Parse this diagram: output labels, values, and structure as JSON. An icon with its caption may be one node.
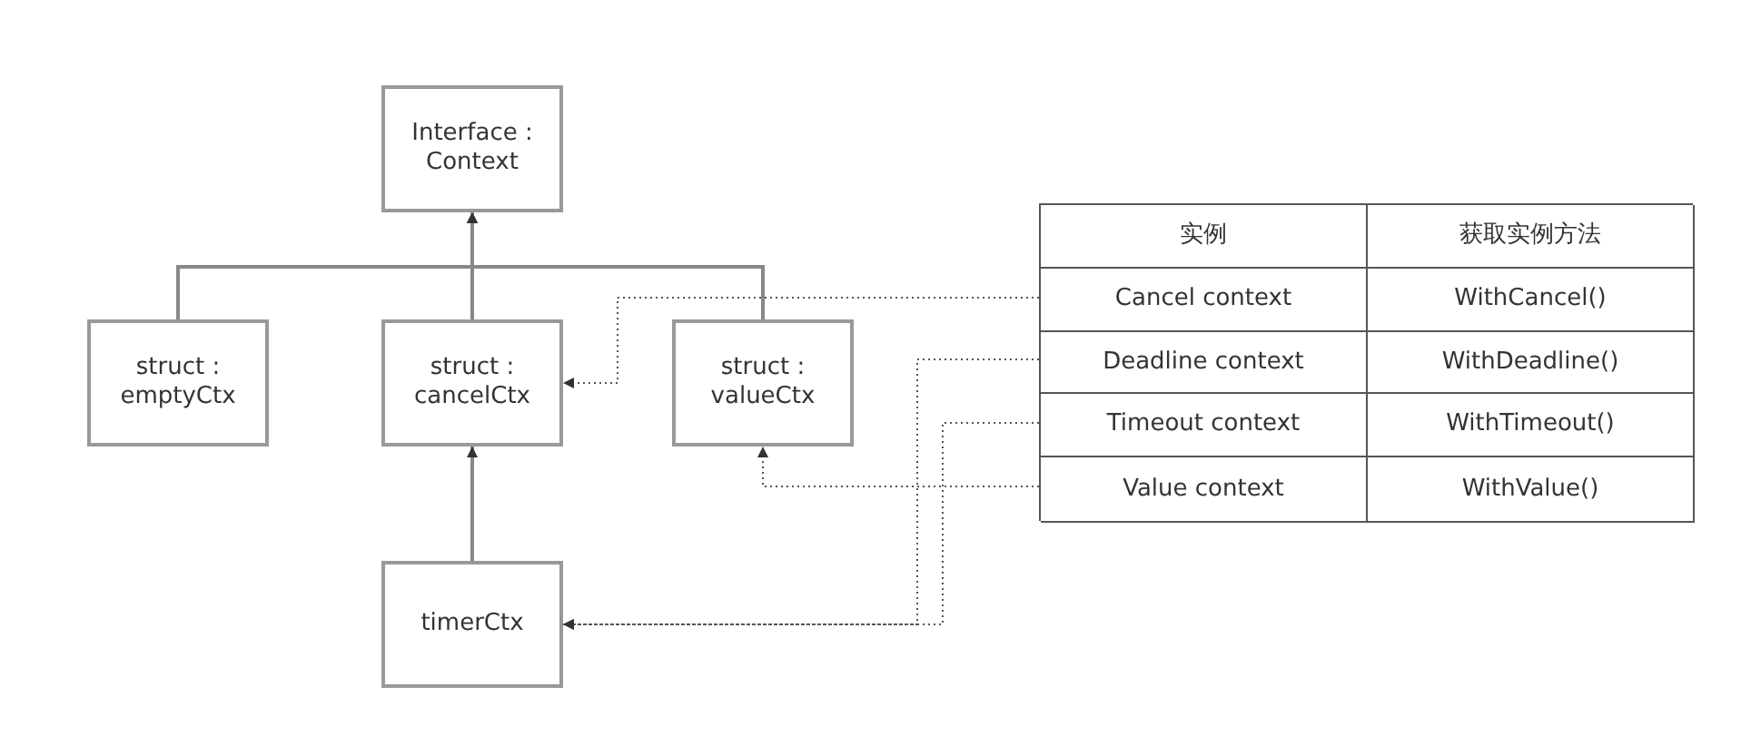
{
  "diagram": {
    "nodes": [
      {
        "text": [
          "Interface : Context"
        ]
      },
      {
        "text": [
          "struct : emptyCtx"
        ]
      },
      {
        "text": [
          "struct : cancelCtx"
        ]
      },
      {
        "text": [
          "struct : valueCtx"
        ]
      },
      {
        "text": [
          "timerCtx"
        ]
      },
      {
        "text": [],
        "shape": "box"
      },
      {
        "text": [
          "实例"
        ],
        "in": 5
      },
      {
        "text": [
          "获取实例方法"
        ],
        "in": 5
      },
      {
        "text": [
          "Cancel context"
        ],
        "in": 5
      },
      {
        "text": [
          "WithCancel()"
        ],
        "in": 5
      },
      {
        "text": [
          "Deadline context"
        ],
        "in": 5
      },
      {
        "text": [
          "WithDeadline()"
        ],
        "in": 5
      },
      {
        "text": [
          "Timeout context"
        ],
        "in": 5
      },
      {
        "text": [
          "WithTimeout()"
        ],
        "in": 5
      },
      {
        "text": [
          "Value context"
        ],
        "in": 5
      },
      {
        "text": [
          "WithValue()"
        ],
        "in": 5
      }
    ],
    "edges": [
      {
        "from": 1,
        "to": 0,
        "arrow": "to"
      },
      {
        "from": 2,
        "to": 0,
        "arrow": "to"
      },
      {
        "from": 3,
        "to": 0,
        "arrow": "to"
      },
      {
        "from": 4,
        "to": 2,
        "arrow": "to"
      },
      {
        "from": 8,
        "to": 2,
        "arrow": "to",
        "style": "dashed"
      },
      {
        "from": 10,
        "to": 4,
        "arrow": "to",
        "style": "dashed"
      },
      {
        "from": 12,
        "to": 4,
        "arrow": "to",
        "style": "dashed"
      },
      {
        "from": 14,
        "to": 3,
        "arrow": "to",
        "style": "dashed"
      }
    ]
  }
}
